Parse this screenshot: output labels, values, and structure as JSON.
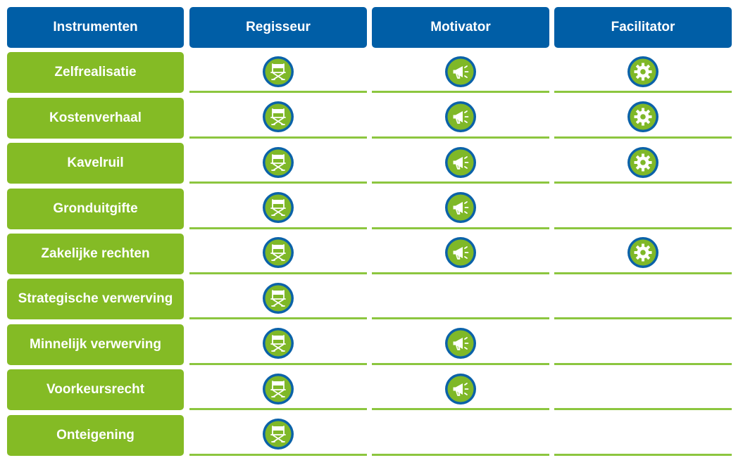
{
  "header": {
    "instruments": "Instrumenten",
    "roles": [
      "Regisseur",
      "Motivator",
      "Facilitator"
    ]
  },
  "colors": {
    "header_blue": "#005ea6",
    "label_green": "#84bb25",
    "divider_green": "#8cc63f",
    "icon_green": "#7fb828",
    "icon_ring": "#0b62a8"
  },
  "role_icons": {
    "Regisseur": "director-chair-icon",
    "Motivator": "megaphone-icon",
    "Facilitator": "gear-icon"
  },
  "rows": [
    {
      "label": "Zelfrealisatie",
      "roles": [
        true,
        true,
        true
      ]
    },
    {
      "label": "Kostenverhaal",
      "roles": [
        true,
        true,
        true
      ]
    },
    {
      "label": "Kavelruil",
      "roles": [
        true,
        true,
        true
      ]
    },
    {
      "label": "Gronduitgifte",
      "roles": [
        true,
        true,
        false
      ]
    },
    {
      "label": "Zakelijke rechten",
      "roles": [
        true,
        true,
        true
      ]
    },
    {
      "label": "Strategische verwerving",
      "roles": [
        true,
        false,
        false
      ]
    },
    {
      "label": "Minnelijk verwerving",
      "roles": [
        true,
        true,
        false
      ]
    },
    {
      "label": "Voorkeursrecht",
      "roles": [
        true,
        true,
        false
      ]
    },
    {
      "label": "Onteigening",
      "roles": [
        true,
        false,
        false
      ]
    }
  ]
}
